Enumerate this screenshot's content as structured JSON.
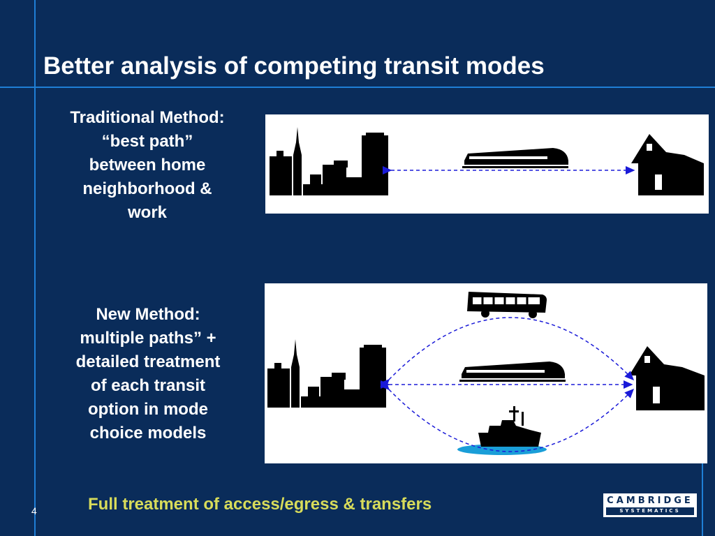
{
  "slide": {
    "title": "Better analysis of competing transit modes",
    "page_number": "4",
    "footer": "Full treatment of access/egress & transfers"
  },
  "traditional": {
    "caption_lines": [
      "Traditional Method:",
      "“best path”",
      "between home",
      "neighborhood &",
      "work"
    ],
    "modes": [
      "train"
    ]
  },
  "new_method": {
    "caption_lines": [
      "New Method:",
      "multiple paths” +",
      "detailed treatment",
      "of each transit",
      "option in mode",
      "choice models"
    ],
    "modes": [
      "bus",
      "train",
      "ferry"
    ]
  },
  "logo": {
    "name": "CAMBRIDGE",
    "subtitle": "SYSTEMATICS"
  },
  "colors": {
    "background": "#0a2c5a",
    "accent_rule": "#1f7fd6",
    "footer_text": "#d8dc5a",
    "arrow": "#1a1ad8"
  }
}
